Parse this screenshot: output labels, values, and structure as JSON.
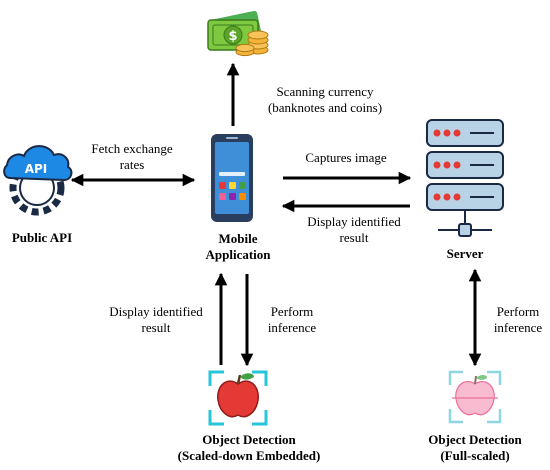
{
  "nodes": {
    "public_api": {
      "icon_text": "API",
      "label": "Public API"
    },
    "mobile_app": {
      "label_line1": "Mobile",
      "label_line2": "Application"
    },
    "server": {
      "label": "Server"
    },
    "currency": {
      "icon_symbol": "$"
    },
    "od_embedded": {
      "label_line1": "Object Detection",
      "label_line2": "(Scaled-down Embedded)"
    },
    "od_full": {
      "label_line1": "Object Detection",
      "label_line2": "(Full-scaled)"
    }
  },
  "edges": {
    "scan": {
      "line1": "Scanning currency",
      "line2": "(banknotes and coins)"
    },
    "fetch": {
      "line1": "Fetch exchange",
      "line2": "rates"
    },
    "capture": {
      "line1": "Captures image"
    },
    "display_server": {
      "line1": "Display identified",
      "line2": "result"
    },
    "display_od": {
      "line1": "Display identified",
      "line2": "result"
    },
    "infer_mobile": {
      "line1": "Perform",
      "line2": "inference"
    },
    "infer_server": {
      "line1": "Perform",
      "line2": "inference"
    }
  },
  "colors": {
    "api_blue": "#1e88e5",
    "api_navy": "#1a2a44",
    "phone_blue": "#3f8ed8",
    "money_green": "#7ec93f",
    "coin_gold": "#f4b33b",
    "server_steel": "#b8d3e6",
    "apple_red": "#e53935",
    "apple_pink": "#f48fb1",
    "frame_cyan": "#26c6da"
  }
}
